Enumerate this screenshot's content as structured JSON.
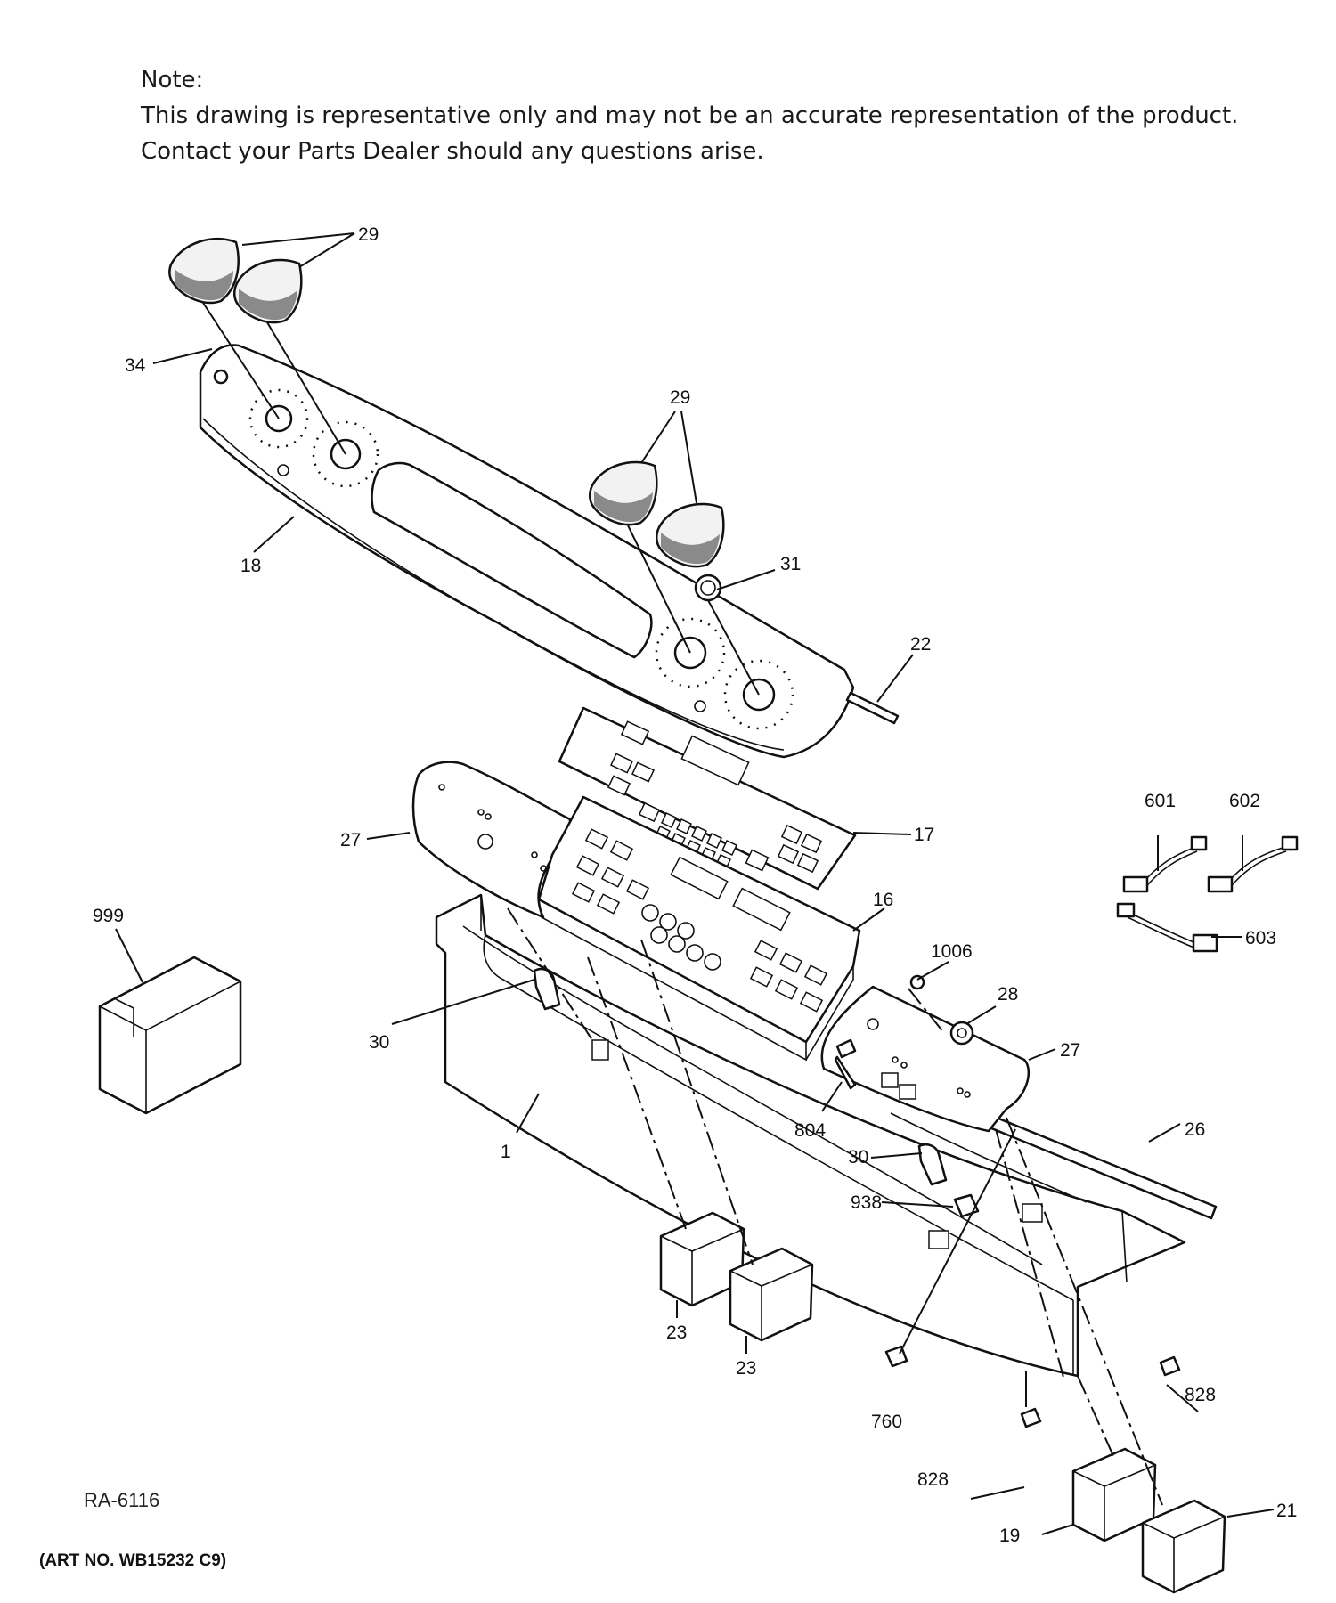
{
  "note": {
    "heading": "Note:",
    "line1": "This drawing is representative only and may not be an accurate representation of the product.",
    "line2": "Contact your Parts Dealer should any questions arise."
  },
  "callouts": {
    "c29_a": "29",
    "c34": "34",
    "c18": "18",
    "c29_b": "29",
    "c31": "31",
    "c22": "22",
    "c17": "17",
    "c27_a": "27",
    "c16": "16",
    "c601": "601",
    "c602": "602",
    "c603": "603",
    "c999": "999",
    "c30_a": "30",
    "c1006": "1006",
    "c28": "28",
    "c27_b": "27",
    "c804": "804",
    "c26": "26",
    "c1": "1",
    "c30_b": "30",
    "c938": "938",
    "c23_a": "23",
    "c23_b": "23",
    "c760": "760",
    "c828_a": "828",
    "c828_b": "828",
    "c19": "19",
    "c21": "21"
  },
  "footer": {
    "ref": "RA-6116",
    "art_no": "(ART NO. WB15232 C9)"
  }
}
